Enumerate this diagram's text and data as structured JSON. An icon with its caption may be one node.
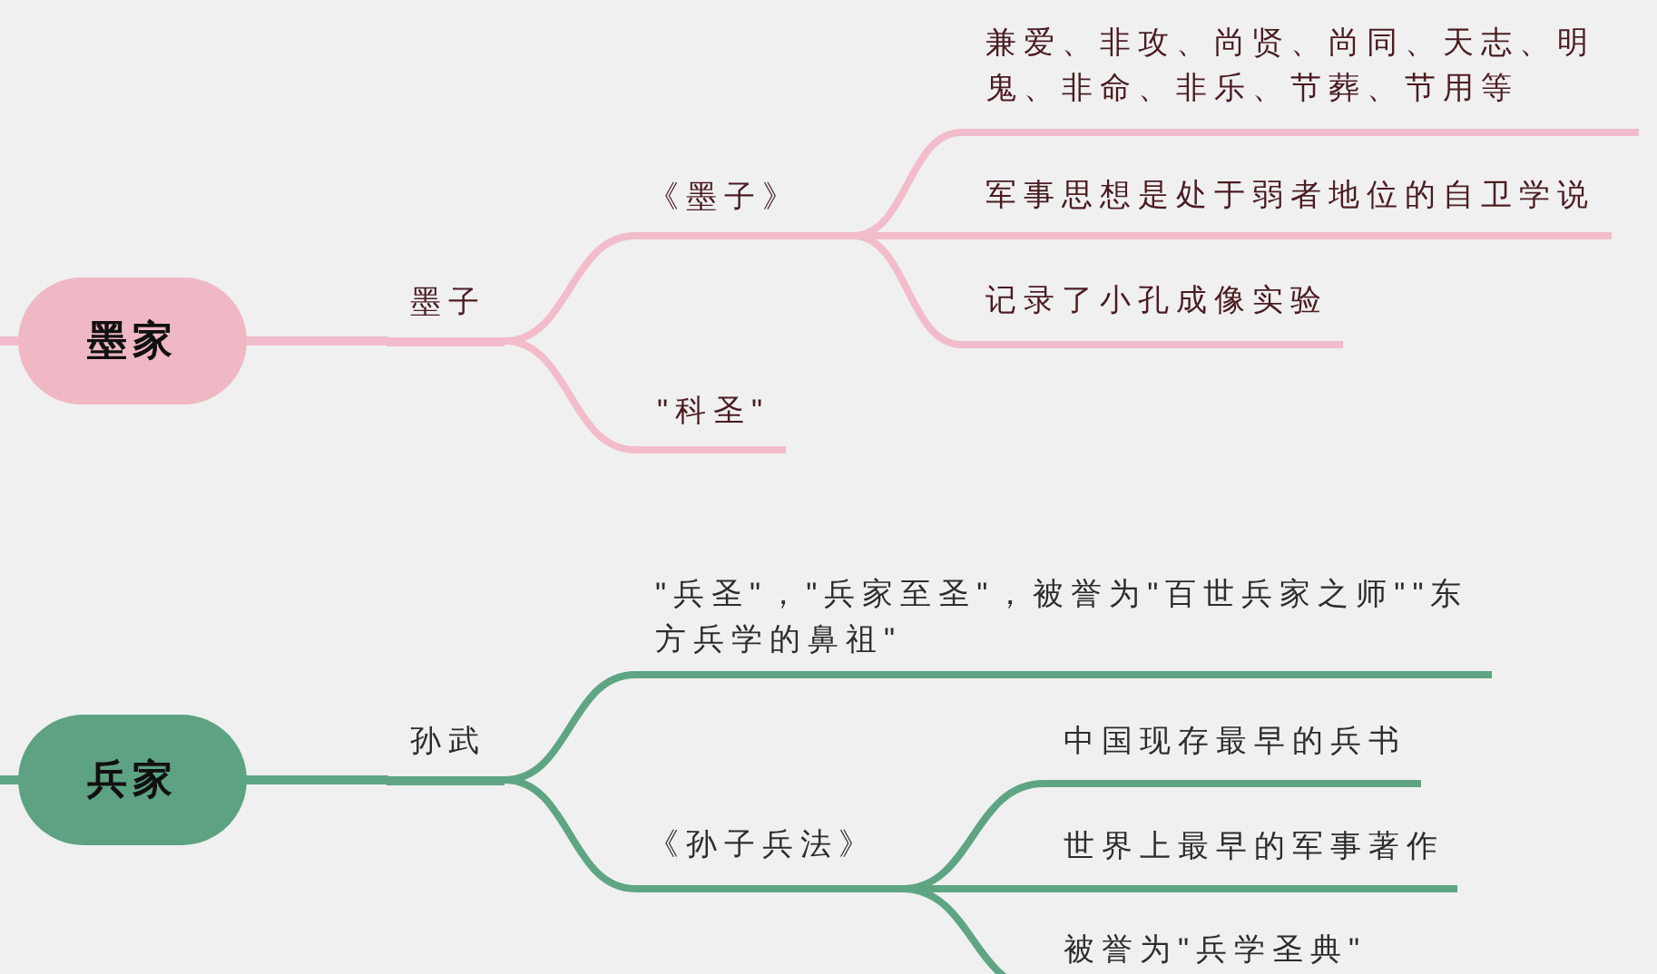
{
  "diagram": {
    "nodes": [
      {
        "text": [
          "墨家"
        ]
      },
      {
        "text": [
          "墨子"
        ]
      },
      {
        "text": [
          "《墨子》"
        ]
      },
      {
        "text": [
          "兼爱、非攻、尚贤、尚同、天志、明鬼、非命、非乐、节葬、节用等"
        ]
      },
      {
        "text": [
          "军事思想是处于弱者地位的自卫学说"
        ]
      },
      {
        "text": [
          "记录了小孔成像实验"
        ]
      },
      {
        "text": [
          "\"科圣\""
        ]
      },
      {
        "text": [
          "兵家"
        ]
      },
      {
        "text": [
          "孙武"
        ]
      },
      {
        "text": [
          "\"兵圣\"，\"兵家至圣\"，被誉为\"百世兵家之师\"\"东方兵学的鼻祖\""
        ]
      },
      {
        "text": [
          "《孙子兵法》"
        ]
      },
      {
        "text": [
          "中国现存最早的兵书"
        ]
      },
      {
        "text": [
          "世界上最早的军事著作"
        ]
      },
      {
        "text": [
          "被誉为\"兵学圣典\""
        ]
      }
    ],
    "edges": [
      {
        "from": null,
        "to": 0,
        "arrow": "none",
        "color": "#f2bccb"
      },
      {
        "from": 0,
        "to": 1,
        "arrow": "none",
        "color": "#f2bccb"
      },
      {
        "from": 1,
        "to": 2,
        "arrow": "none",
        "color": "#f2bccb"
      },
      {
        "from": 2,
        "to": 3,
        "arrow": "none",
        "color": "#f2bccb"
      },
      {
        "from": 2,
        "to": 4,
        "arrow": "none",
        "color": "#f2bccb"
      },
      {
        "from": 2,
        "to": 5,
        "arrow": "none",
        "color": "#f2bccb"
      },
      {
        "from": 1,
        "to": 6,
        "arrow": "none",
        "color": "#f2bccb"
      },
      {
        "from": null,
        "to": 7,
        "arrow": "none",
        "color": "#5ea584"
      },
      {
        "from": 7,
        "to": 8,
        "arrow": "none",
        "color": "#5ea584"
      },
      {
        "from": 8,
        "to": 9,
        "arrow": "none",
        "color": "#5ea584"
      },
      {
        "from": 8,
        "to": 10,
        "arrow": "none",
        "color": "#5ea584"
      },
      {
        "from": 10,
        "to": 11,
        "arrow": "none",
        "color": "#5ea584"
      },
      {
        "from": 10,
        "to": 12,
        "arrow": "none",
        "color": "#5ea584"
      },
      {
        "from": 10,
        "to": 13,
        "arrow": "none",
        "color": "#5ea584"
      }
    ]
  }
}
